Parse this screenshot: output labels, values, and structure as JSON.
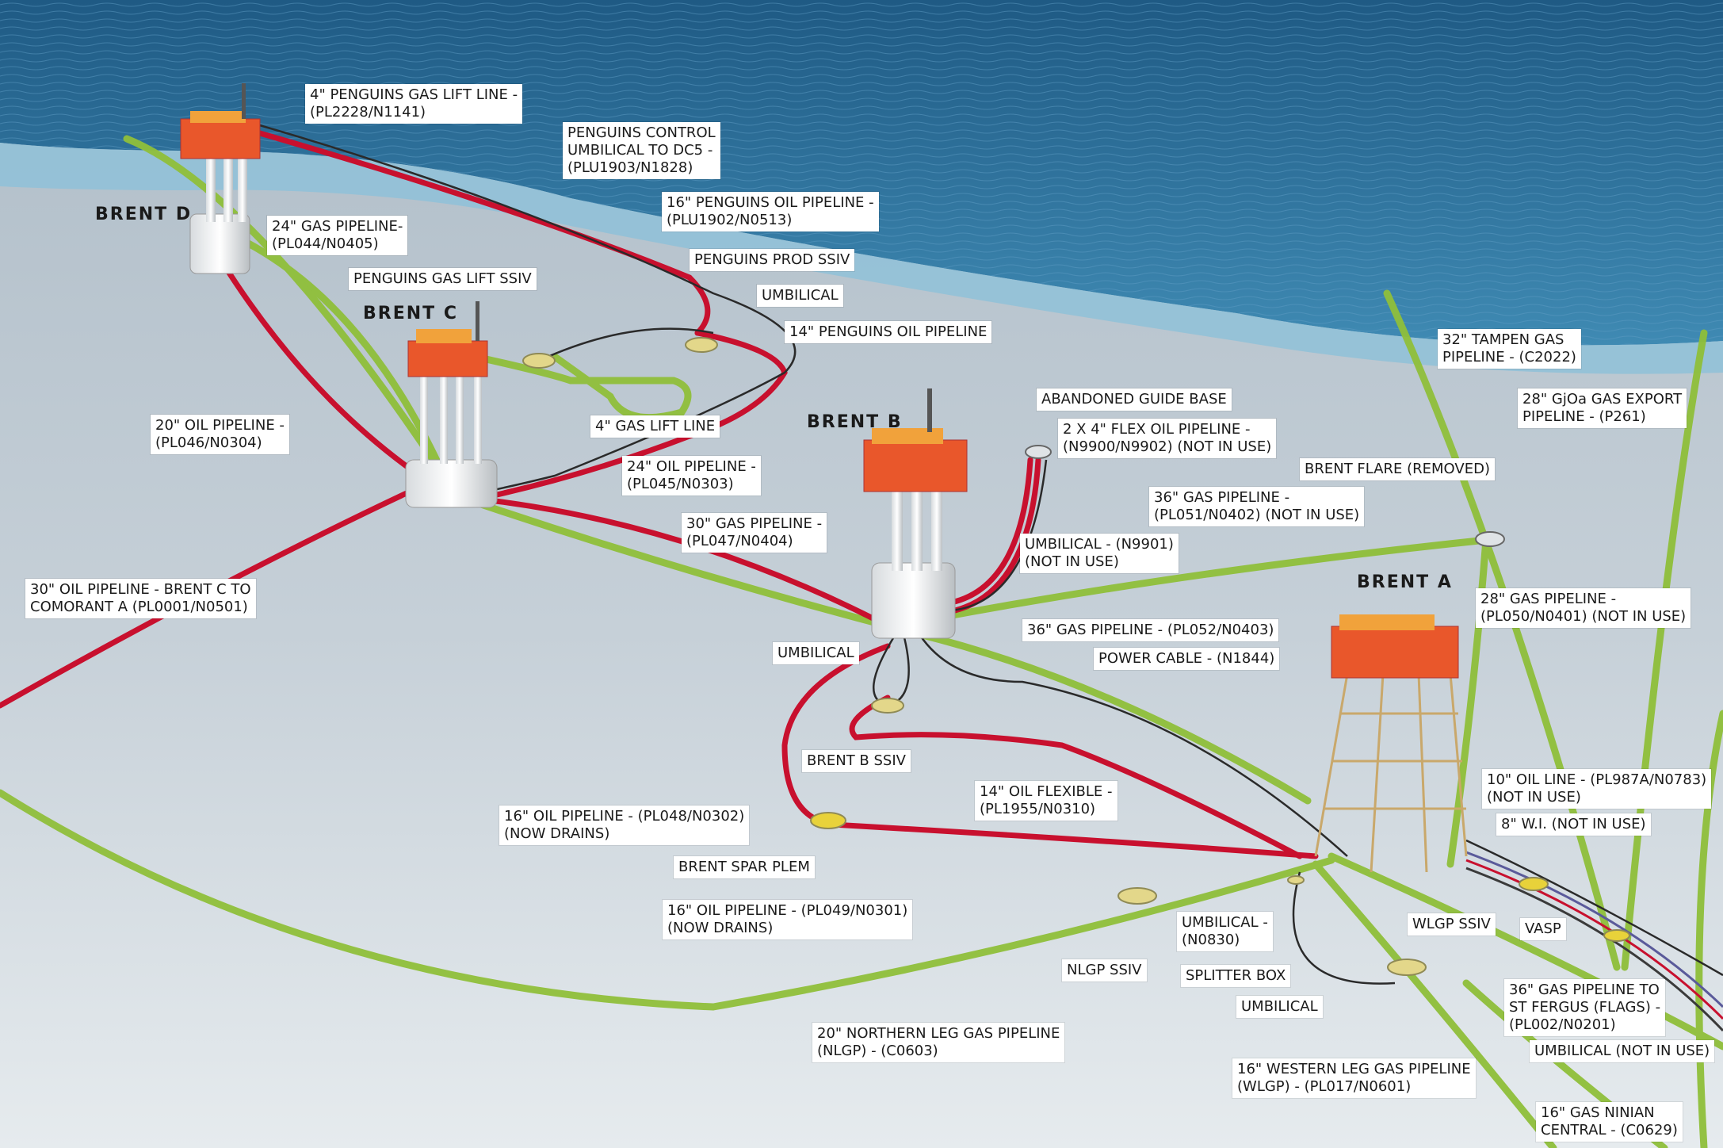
{
  "platforms": {
    "brent_d": "BRENT D",
    "brent_c": "BRENT C",
    "brent_b": "BRENT B",
    "brent_a": "BRENT A"
  },
  "labels": {
    "penguins_gas_lift_line": [
      "4\" PENGUINS GAS LIFT LINE -",
      "(PL2228/N1141)"
    ],
    "penguins_control_umbilical": [
      "PENGUINS CONTROL",
      "UMBILICAL TO DC5 -",
      "(PLU1903/N1828)"
    ],
    "penguins_oil_pipeline_16": [
      "16\" PENGUINS OIL PIPELINE -",
      "(PLU1902/N0513)"
    ],
    "gas_pipeline_24": [
      "24\" GAS PIPELINE-",
      "(PL044/N0405)"
    ],
    "penguins_prod_ssiv": [
      "PENGUINS PROD SSIV"
    ],
    "penguins_gas_lift_ssiv": [
      "PENGUINS GAS LIFT SSIV"
    ],
    "umbilical_top": [
      "UMBILICAL"
    ],
    "penguins_oil_pipeline_14": [
      "14\" PENGUINS OIL PIPELINE"
    ],
    "oil_pipeline_20": [
      "20\" OIL PIPELINE -",
      "(PL046/N0304)"
    ],
    "gas_lift_line_4": [
      "4\" GAS LIFT LINE"
    ],
    "abandoned_guide_base": [
      "ABANDONED GUIDE BASE"
    ],
    "flex_oil_pipeline": [
      "2 X 4\" FLEX OIL PIPELINE -",
      "(N9900/N9902) (NOT IN USE)"
    ],
    "tampen_gas_pipeline": [
      "32\" TAMPEN GAS",
      "PIPELINE - (C2022)"
    ],
    "gjoa_gas_export": [
      "28\" GjOa GAS EXPORT",
      "PIPELINE - (P261)"
    ],
    "brent_flare": [
      "BRENT FLARE (REMOVED)"
    ],
    "oil_pipeline_24": [
      "24\" OIL PIPELINE -",
      "(PL045/N0303)"
    ],
    "gas_pipeline_36_pl051": [
      "36\" GAS PIPELINE -",
      "(PL051/N0402) (NOT IN USE)"
    ],
    "gas_pipeline_30": [
      "30\" GAS PIPELINE -",
      "(PL047/N0404)"
    ],
    "umbilical_n9901": [
      "UMBILICAL - (N9901)",
      "(NOT IN USE)"
    ],
    "oil_pipeline_30_comorant": [
      "30\" OIL PIPELINE - BRENT C TO",
      "COMORANT A (PL0001/N0501)"
    ],
    "gas_pipeline_28": [
      "28\" GAS PIPELINE -",
      "(PL050/N0401) (NOT IN USE)"
    ],
    "gas_pipeline_36_pl052": [
      "36\" GAS PIPELINE - (PL052/N0403)"
    ],
    "umbilical_b": [
      "UMBILICAL"
    ],
    "power_cable": [
      "POWER CABLE - (N1844)"
    ],
    "brent_b_ssiv": [
      "BRENT B SSIV"
    ],
    "oil_flexible_14": [
      "14\" OIL FLEXIBLE -",
      "(PL1955/N0310)"
    ],
    "oil_line_10": [
      "10\" OIL LINE  - (PL987A/N0783)",
      "(NOT IN USE)"
    ],
    "oil_pipeline_16_pl048": [
      "16\" OIL PIPELINE - (PL048/N0302)",
      "(NOW DRAINS)"
    ],
    "wi_8": [
      "8\" W.I. (NOT IN USE)"
    ],
    "brent_spar_plem": [
      "BRENT SPAR PLEM"
    ],
    "oil_pipeline_16_pl049": [
      "16\" OIL PIPELINE - (PL049/N0301)",
      "(NOW DRAINS)"
    ],
    "umbilical_n0830": [
      "UMBILICAL -",
      "(N0830)"
    ],
    "wlgp_ssiv": [
      "WLGP SSIV"
    ],
    "vasp": [
      "VASP"
    ],
    "nlgp_ssiv": [
      "NLGP SSIV"
    ],
    "splitter_box": [
      "SPLITTER BOX"
    ],
    "gas_pipeline_36_st_fergus": [
      "36\" GAS PIPELINE TO",
      "ST FERGUS (FLAGS) -",
      "(PL002/N0201)"
    ],
    "umbilical_bottom": [
      "UMBILICAL"
    ],
    "northern_leg_gas": [
      "20\" NORTHERN LEG GAS PIPELINE",
      "(NLGP) - (C0603)"
    ],
    "umbilical_not_in_use": [
      "UMBILICAL (NOT IN USE)"
    ],
    "western_leg_gas": [
      "16\" WESTERN LEG GAS PIPELINE",
      "(WLGP) - (PL017/N0601)"
    ],
    "gas_ninian_central": [
      "16\" GAS NINIAN",
      "CENTRAL - (C0629)"
    ]
  },
  "colors": {
    "oil_pipeline": "#c8102e",
    "gas_pipeline": "#8fbf3a",
    "umbilical": "#2a2a2a",
    "platform_topside": "#e9572b",
    "sea": "#2e6f9a",
    "seabed": "#c9d3da"
  }
}
